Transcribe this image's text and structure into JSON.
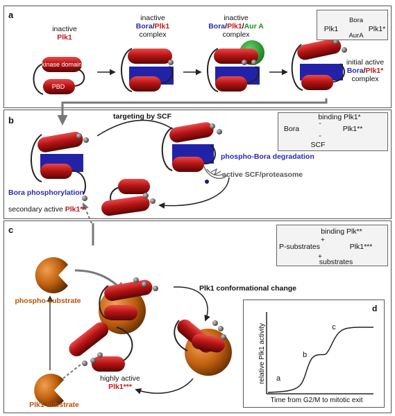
{
  "panel_a": {
    "label": "a",
    "stage1_line1": "inactive",
    "stage1_line2": "Plk1",
    "kinase_domain": "kinase domain",
    "pbd": "PBD",
    "stage2_line1": "inactive",
    "stage2_bora": "Bora",
    "stage2_slash": "/",
    "stage2_plk1": "Plk1",
    "stage2_line3": "complex",
    "stage3_line1": "inactive",
    "stage3_bora": "Bora",
    "stage3_slash1": "/",
    "stage3_plk1": "Plk1",
    "stage3_slash2": "/",
    "stage3_aura": "Aur A",
    "stage3_line3": "complex",
    "stage4_line1": "initial active",
    "stage4_bora": "Bora",
    "stage4_slash": "/",
    "stage4_plk1": "Plk1*",
    "stage4_line3": "complex",
    "legend_left": "Plk1",
    "legend_top": "Bora",
    "legend_bottom": "AurA",
    "legend_right": "Plk1*"
  },
  "panel_b": {
    "label": "b",
    "targeting": "targeting by SCF",
    "degradation": "phospho-Bora degradation",
    "proteasome": "active SCF/proteasome",
    "phosphorylation": "Bora phosphorylation",
    "secondary_prefix": "secondary active",
    "secondary_plk": "Plk1**",
    "legend_top": "binding Plk1*",
    "legend_left": "Bora",
    "legend_right": "Plk1**",
    "legend_bottom": "SCF",
    "legend_minus1": "-",
    "legend_minus2": "-"
  },
  "panel_c": {
    "label": "c",
    "phospho_substrate": "phospho-substrate",
    "conformational": "Plk1 conformational change",
    "plk1_substrate": "Plk1 substrate",
    "highly_active": "highly active",
    "plk_triple": "Plk1***",
    "legend_top": "binding Plk**",
    "legend_left": "P-substrates",
    "legend_right": "Plk1***",
    "legend_bottom": "substrates",
    "legend_plus1": "+",
    "legend_plus2": "+"
  },
  "panel_d": {
    "label": "d",
    "ylabel": "relative Plk1 activity",
    "xlabel": "Time from G2/M to mitotic exit",
    "mark_a": "a",
    "mark_b": "b",
    "mark_c": "c"
  },
  "colors": {
    "plk_red": "#c01818",
    "bora_blue": "#2222a8",
    "aura_green": "#1a9a2a",
    "substrate_orange": "#c0600f"
  }
}
